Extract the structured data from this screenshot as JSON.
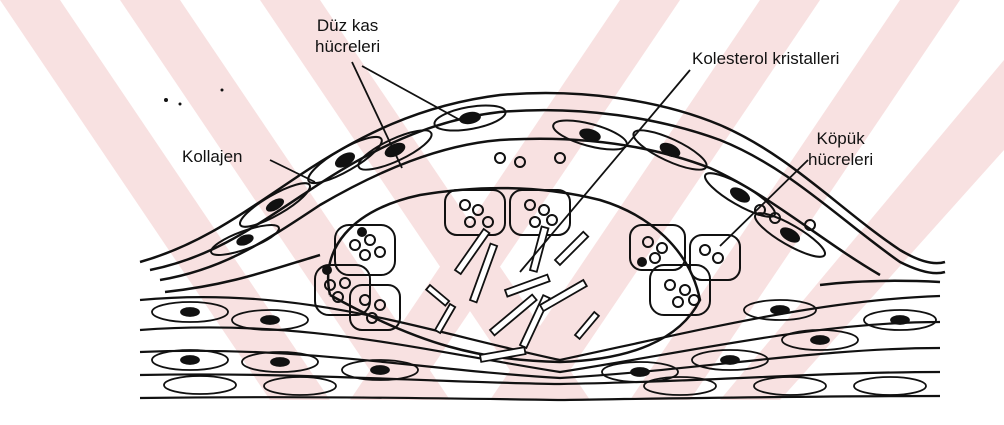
{
  "labels": {
    "smooth_muscle": [
      "Düz kas",
      "hücreleri"
    ],
    "cholesterol": "Kolesterol kristalleri",
    "collagen": "Kollajen",
    "foam": [
      "Köpük",
      "hücreleri"
    ]
  },
  "colors": {
    "ink": "#111111",
    "watermark": "#f3c9c9",
    "background": "#ffffff"
  },
  "watermark": "diagonal-stripes"
}
